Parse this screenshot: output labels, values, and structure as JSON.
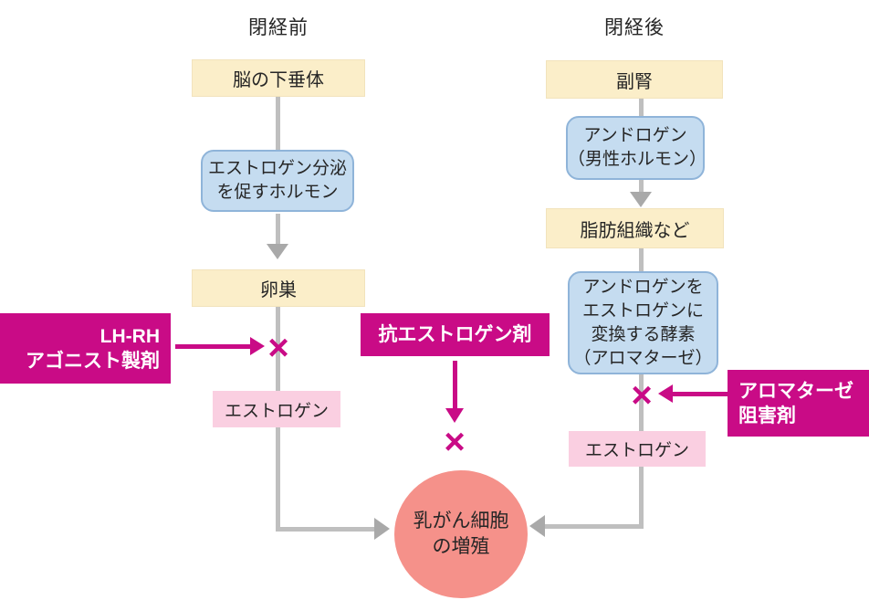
{
  "diagram": {
    "headers": {
      "left": "閉経前",
      "right": "閉経後"
    },
    "left": {
      "pituitary": "脳の下垂体",
      "hormone1": "エストロゲン分泌",
      "hormone2": "を促すホルモン",
      "ovary": "卵巣",
      "estrogen": "エストロゲン"
    },
    "right": {
      "adrenal": "副腎",
      "androgen1": "アンドロゲン",
      "androgen2": "（男性ホルモン）",
      "adipose": "脂肪組織など",
      "aromatase1": "アンドロゲンを",
      "aromatase2": "エストロゲンに",
      "aromatase3": "変換する酵素",
      "aromatase4": "（アロマターゼ）",
      "estrogen": "エストロゲン"
    },
    "drugs": {
      "lhrh1": "LH-RH",
      "lhrh2": "アゴニスト製剤",
      "anti_estrogen": "抗エストロゲン剤",
      "inhibitor1": "アロマターゼ",
      "inhibitor2": "阻害剤"
    },
    "cross": "×",
    "target": {
      "line1": "乳がん細胞",
      "line2": "の増殖"
    },
    "colors": {
      "magenta": "#C90B86",
      "cream": "#FBEEC9",
      "blue_fill": "#C5DCF0",
      "blue_border": "#8FB4D9",
      "pink": "#FACFE1",
      "circle": "#F5918A",
      "line_gray": "#BFBFBF",
      "arrow_gray": "#A9A9A9"
    }
  }
}
